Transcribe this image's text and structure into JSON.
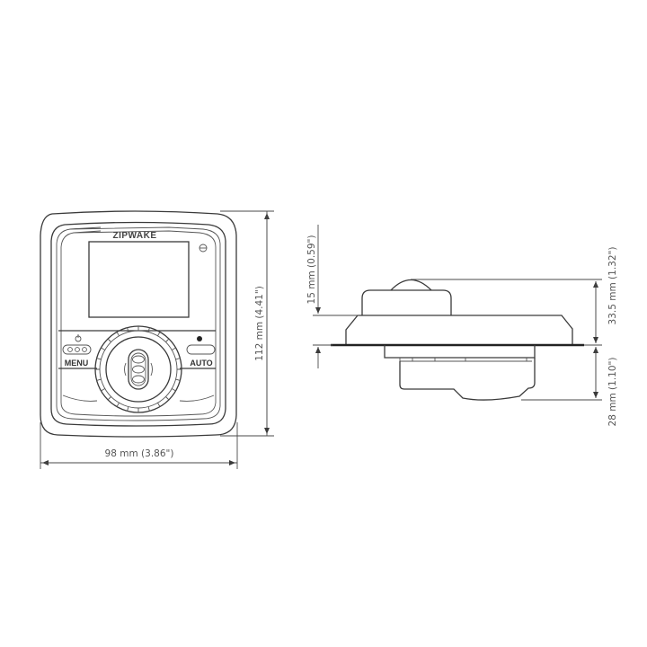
{
  "front_view": {
    "brand": "ZIPWAKE",
    "buttons": {
      "left": {
        "label": "MENU",
        "icon": "power-icon"
      },
      "right": {
        "label": "AUTO",
        "icon": "dot-indicator-icon"
      }
    },
    "width_dimension": "98 mm (3.86\")",
    "height_dimension": "112 mm (4.41\")"
  },
  "side_view": {
    "above_panel_dimension": "15 mm (0.59\")",
    "total_top_dimension": "33.5 mm (1.32\")",
    "below_panel_dimension": "28 mm (1.10\")"
  }
}
